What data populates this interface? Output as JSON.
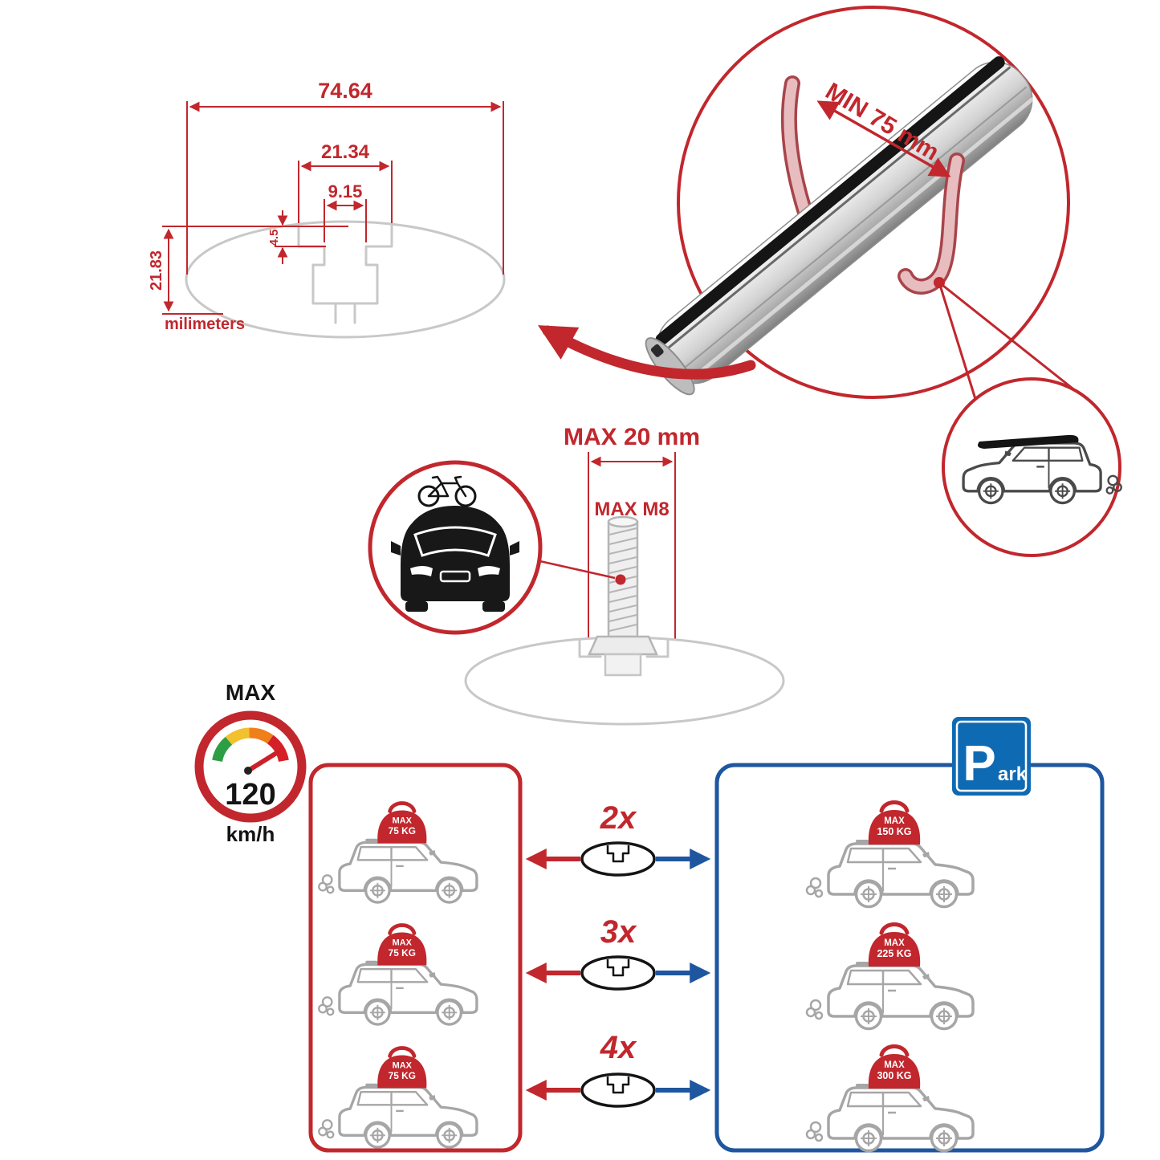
{
  "palette": {
    "accent_red": "#c1272d",
    "panel_blue": "#1f56a0",
    "park_sign_blue": "#0f6ab4",
    "sketch_gray": "#c8c8c8"
  },
  "dimension_diagram": {
    "total_width": "74.64",
    "channel_width": "21.34",
    "slot_width": "9.15",
    "slot_depth": "4.5",
    "total_height": "21.83",
    "units_label": "milimeters"
  },
  "bar_detail": {
    "clamp_min_label": "MIN 75 mm"
  },
  "bolt_detail": {
    "max_length_label": "MAX 20 mm",
    "max_thread_label": "MAX M8"
  },
  "speed_gauge": {
    "title": "MAX",
    "value": "120",
    "unit": "km/h"
  },
  "park_sign": {
    "letter": "P",
    "suffix": "ark"
  },
  "driving_panel": {
    "cars": [
      {
        "load_label": "MAX",
        "load_value": "75 KG"
      },
      {
        "load_label": "MAX",
        "load_value": "75 KG"
      },
      {
        "load_label": "MAX",
        "load_value": "75 KG"
      }
    ]
  },
  "parked_panel": {
    "cars": [
      {
        "load_label": "MAX",
        "load_value": "150 KG"
      },
      {
        "load_label": "MAX",
        "load_value": "225 KG"
      },
      {
        "load_label": "MAX",
        "load_value": "300 KG"
      }
    ]
  },
  "multipliers": [
    {
      "label": "2x"
    },
    {
      "label": "3x"
    },
    {
      "label": "4x"
    }
  ]
}
